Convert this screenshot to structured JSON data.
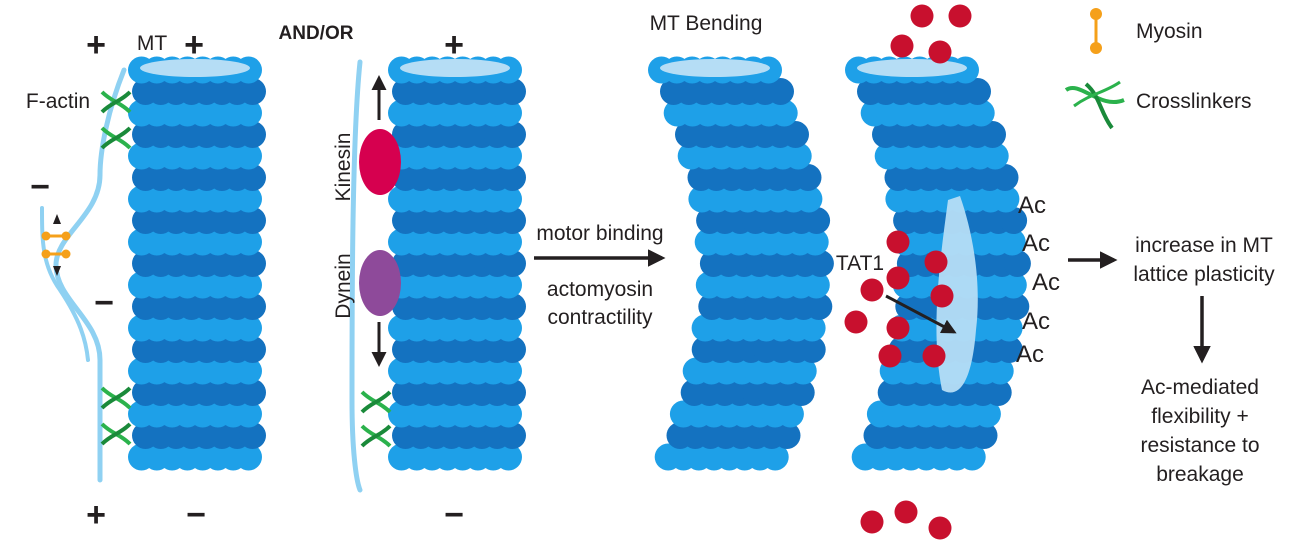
{
  "labels": {
    "mt": "MT",
    "f_actin": "F-actin",
    "and_or": "AND/OR",
    "kinesin": "Kinesin",
    "dynein": "Dynein",
    "mt_bending": "MT Bending",
    "motor_binding": "motor binding",
    "actomyosin_line1": "actomyosin",
    "actomyosin_line2": "contractility",
    "tat1": "TAT1",
    "ac": "Ac",
    "plasticity_line1": "increase in MT",
    "plasticity_line2": "lattice plasticity",
    "outcome_line1": "Ac-mediated",
    "outcome_line2": "flexibility +",
    "outcome_line3": "resistance to",
    "outcome_line4": "breakage"
  },
  "legend": {
    "myosin": "Myosin",
    "crosslinkers": "Crosslinkers"
  },
  "signs": {
    "plus": "+",
    "minus": "−"
  },
  "colors": {
    "tubulin_light": "#1ea0e8",
    "tubulin_dark": "#1472c0",
    "lumen": "#b5ddf5",
    "actin": "#8fd1f2",
    "crosslinker": "#2bb24c",
    "myosin": "#f5a01a",
    "kinesin": "#d6004f",
    "dynein": "#8e4a9a",
    "tat1": "#c8102e",
    "arrow": "#231f20"
  }
}
